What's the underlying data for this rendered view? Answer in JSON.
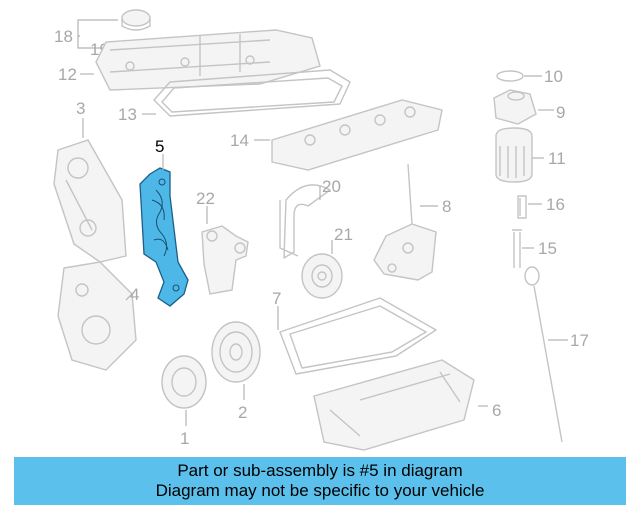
{
  "diagram": {
    "highlighted_part": "5",
    "highlight_color": "#4db8e8",
    "callouts": {
      "c1": "1",
      "c2": "2",
      "c3": "3",
      "c4": "4",
      "c5": "5",
      "c6": "6",
      "c7": "7",
      "c8": "8",
      "c9": "9",
      "c10": "10",
      "c11": "11",
      "c12": "12",
      "c13": "13",
      "c14": "14",
      "c15": "15",
      "c16": "16",
      "c17": "17",
      "c18": "18",
      "c19": "19",
      "c20": "20",
      "c21": "21",
      "c22": "22"
    }
  },
  "banner": {
    "line1": "Part or sub-assembly is #5 in diagram",
    "line2": "Diagram may not be specific to your vehicle",
    "background": "#5bc0eb"
  }
}
